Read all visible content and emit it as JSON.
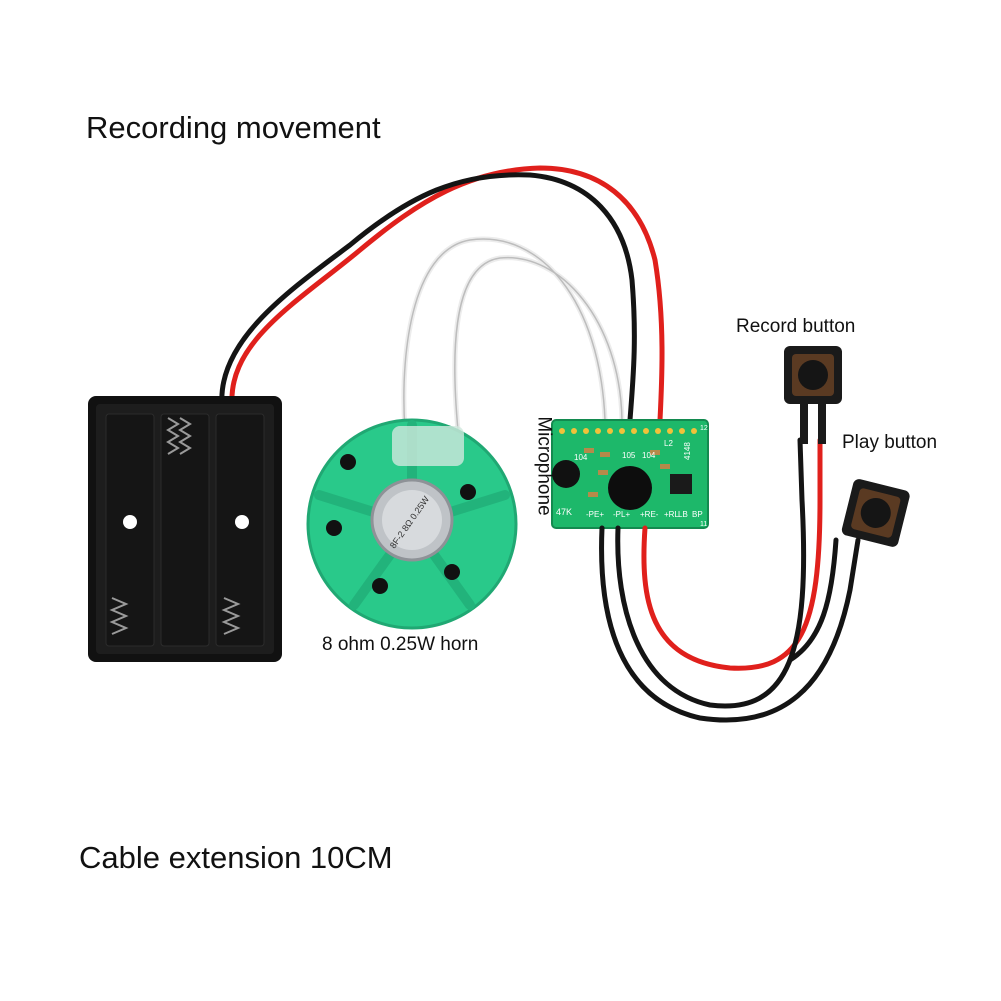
{
  "labels": {
    "title": "Recording movement",
    "footer": "Cable extension 10CM",
    "record_button": "Record button",
    "play_button": "Play button",
    "microphone": "Microphone",
    "horn": "8 ohm 0.25W horn"
  },
  "speaker_marking": "8F-2 8Ω 0.25W",
  "pcb_markings": [
    "47K",
    "104",
    "105",
    "104",
    "4148",
    "-PE+",
    "-PL+",
    "+RE-",
    "+RL",
    "LB",
    "BP",
    "L2",
    "11",
    "12"
  ],
  "colors": {
    "speaker_green": "#29c98a",
    "pcb_green": "#1db86a",
    "wire_red": "#e0201c",
    "wire_black": "#141414",
    "battery_black": "#111111"
  }
}
